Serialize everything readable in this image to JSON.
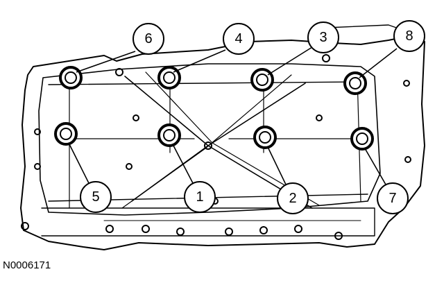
{
  "figure": {
    "id": "N0006171",
    "colors": {
      "line": "#000000",
      "background": "#ffffff",
      "bolt_ring": "#000000"
    }
  },
  "callouts": [
    {
      "label": "6",
      "bolt": 6
    },
    {
      "label": "4",
      "bolt": 4
    },
    {
      "label": "3",
      "bolt": 3
    },
    {
      "label": "8",
      "bolt": 8
    },
    {
      "label": "5",
      "bolt": 5
    },
    {
      "label": "1",
      "bolt": 1
    },
    {
      "label": "2",
      "bolt": 2
    },
    {
      "label": "7",
      "bolt": 7
    }
  ]
}
